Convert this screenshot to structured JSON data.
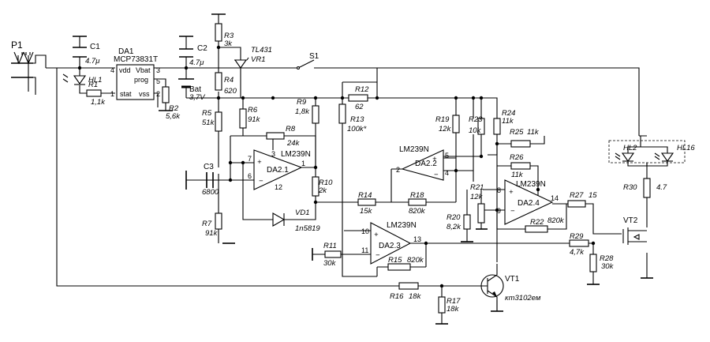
{
  "connector": {
    "ref": "P1"
  },
  "charger": {
    "ref": "DA1",
    "part": "MCP73831T",
    "pins": {
      "vdd": "vdd",
      "vbat": "Vbat",
      "prog": "prog",
      "stat": "stat",
      "vss": "vss",
      "p1": "1",
      "p2": "2",
      "p3": "3",
      "p4": "4",
      "p5": "5"
    }
  },
  "battery": {
    "ref": "Bat",
    "value": "3,7V"
  },
  "switch": {
    "ref": "S1"
  },
  "comparators": {
    "da21": {
      "label": "DA2.1",
      "part": "LM239N",
      "pins": [
        "3",
        "7",
        "6",
        "1",
        "12"
      ]
    },
    "da22": {
      "label": "DA2.2",
      "part": "LM239N",
      "pins": [
        "5",
        "2",
        "4"
      ]
    },
    "da23": {
      "label": "DA2.3",
      "part": "LM239N",
      "pins": [
        "10",
        "11",
        "13"
      ]
    },
    "da24": {
      "label": "DA2.4",
      "part": "LM239N",
      "pins": [
        "8",
        "9",
        "14"
      ]
    }
  },
  "signs": {
    "plus": "+",
    "minus": "−"
  },
  "resistors": {
    "R1": {
      "ref": "R1",
      "value": "1,1k"
    },
    "R2": {
      "ref": "R2",
      "value": "5,6k"
    },
    "R3": {
      "ref": "R3",
      "value": "3k"
    },
    "R4": {
      "ref": "R4",
      "value": "620"
    },
    "R5": {
      "ref": "R5",
      "value": "51k"
    },
    "R6": {
      "ref": "R6",
      "value": "91k"
    },
    "R7": {
      "ref": "R7",
      "value": "91k"
    },
    "R8": {
      "ref": "R8",
      "value": "24k"
    },
    "R9": {
      "ref": "R9",
      "value": "1,8k"
    },
    "R10": {
      "ref": "R10",
      "value": "2k"
    },
    "R11": {
      "ref": "R11",
      "value": "30k"
    },
    "R12": {
      "ref": "R12",
      "value": "62"
    },
    "R13": {
      "ref": "R13",
      "value": "100k*"
    },
    "R14": {
      "ref": "R14",
      "value": "15k"
    },
    "R15": {
      "ref": "R15",
      "value": "820k"
    },
    "R16": {
      "ref": "R16",
      "value": "18k"
    },
    "R17": {
      "ref": "R17",
      "value": "18k"
    },
    "R18": {
      "ref": "R18",
      "value": "820k"
    },
    "R19": {
      "ref": "R19",
      "value": "12k"
    },
    "R20": {
      "ref": "R20",
      "value": "8,2k"
    },
    "R21": {
      "ref": "R21",
      "value": "12k"
    },
    "R22": {
      "ref": "R22",
      "value": "820k"
    },
    "R23": {
      "ref": "R23",
      "value": "10k"
    },
    "R24": {
      "ref": "R24",
      "value": "11k"
    },
    "R25": {
      "ref": "R25",
      "value": "11k"
    },
    "R26": {
      "ref": "R26",
      "value": "11k"
    },
    "R27": {
      "ref": "R27",
      "value": "15"
    },
    "R28": {
      "ref": "R28",
      "value": "30k"
    },
    "R29": {
      "ref": "R29",
      "value": "4,7k"
    },
    "R30": {
      "ref": "R30",
      "value": "4.7"
    }
  },
  "capacitors": {
    "C1": {
      "ref": "C1",
      "value": "4.7μ"
    },
    "C2": {
      "ref": "C2",
      "value": "4.7μ"
    },
    "C3": {
      "ref": "C3",
      "value": "6800"
    }
  },
  "diodes": {
    "VD1": {
      "ref": "VD1",
      "value": "1n5819"
    },
    "VR1": {
      "ref": "VR1",
      "value": "TL431"
    }
  },
  "leds": {
    "HL1": "HL1",
    "HL2": "HL2",
    "HL16": "HL16"
  },
  "transistors": {
    "VT1": {
      "ref": "VT1",
      "value": "кт3102ем"
    },
    "VT2": {
      "ref": "VT2"
    }
  }
}
